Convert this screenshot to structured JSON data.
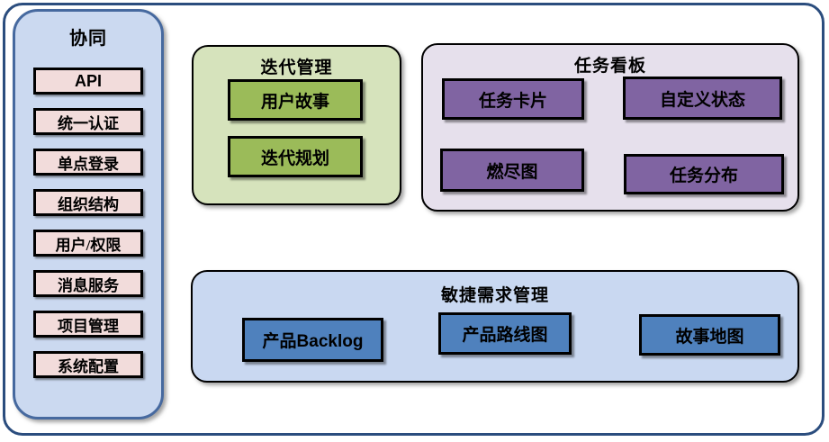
{
  "diagram": {
    "sidebar": {
      "title": "协同",
      "items": [
        "API",
        "统一认证",
        "单点登录",
        "组织结构",
        "用户/权限",
        "消息服务",
        "项目管理",
        "系统配置"
      ],
      "bg_color": "#cbd9f0",
      "border_color": "#46699f",
      "item_bg_color": "#f2dcdb"
    },
    "groups": {
      "iteration": {
        "title": "迭代管理",
        "items": [
          "用户故事",
          "迭代规划"
        ],
        "bg_color": "#d6e3bc",
        "item_bg_color": "#9bbb59"
      },
      "kanban": {
        "title": "任务看板",
        "items": [
          "任务卡片",
          "自定义状态",
          "燃尽图",
          "任务分布"
        ],
        "bg_color": "#e6e0ec",
        "item_bg_color": "#8064a2"
      },
      "requirements": {
        "title": "敏捷需求管理",
        "items": [
          "产品Backlog",
          "产品路线图",
          "故事地图"
        ],
        "bg_color": "#c9d8f1",
        "item_bg_color": "#4f81bd"
      }
    },
    "frame_border_color": "#2b4d7e",
    "item_border_color": "#000000"
  }
}
